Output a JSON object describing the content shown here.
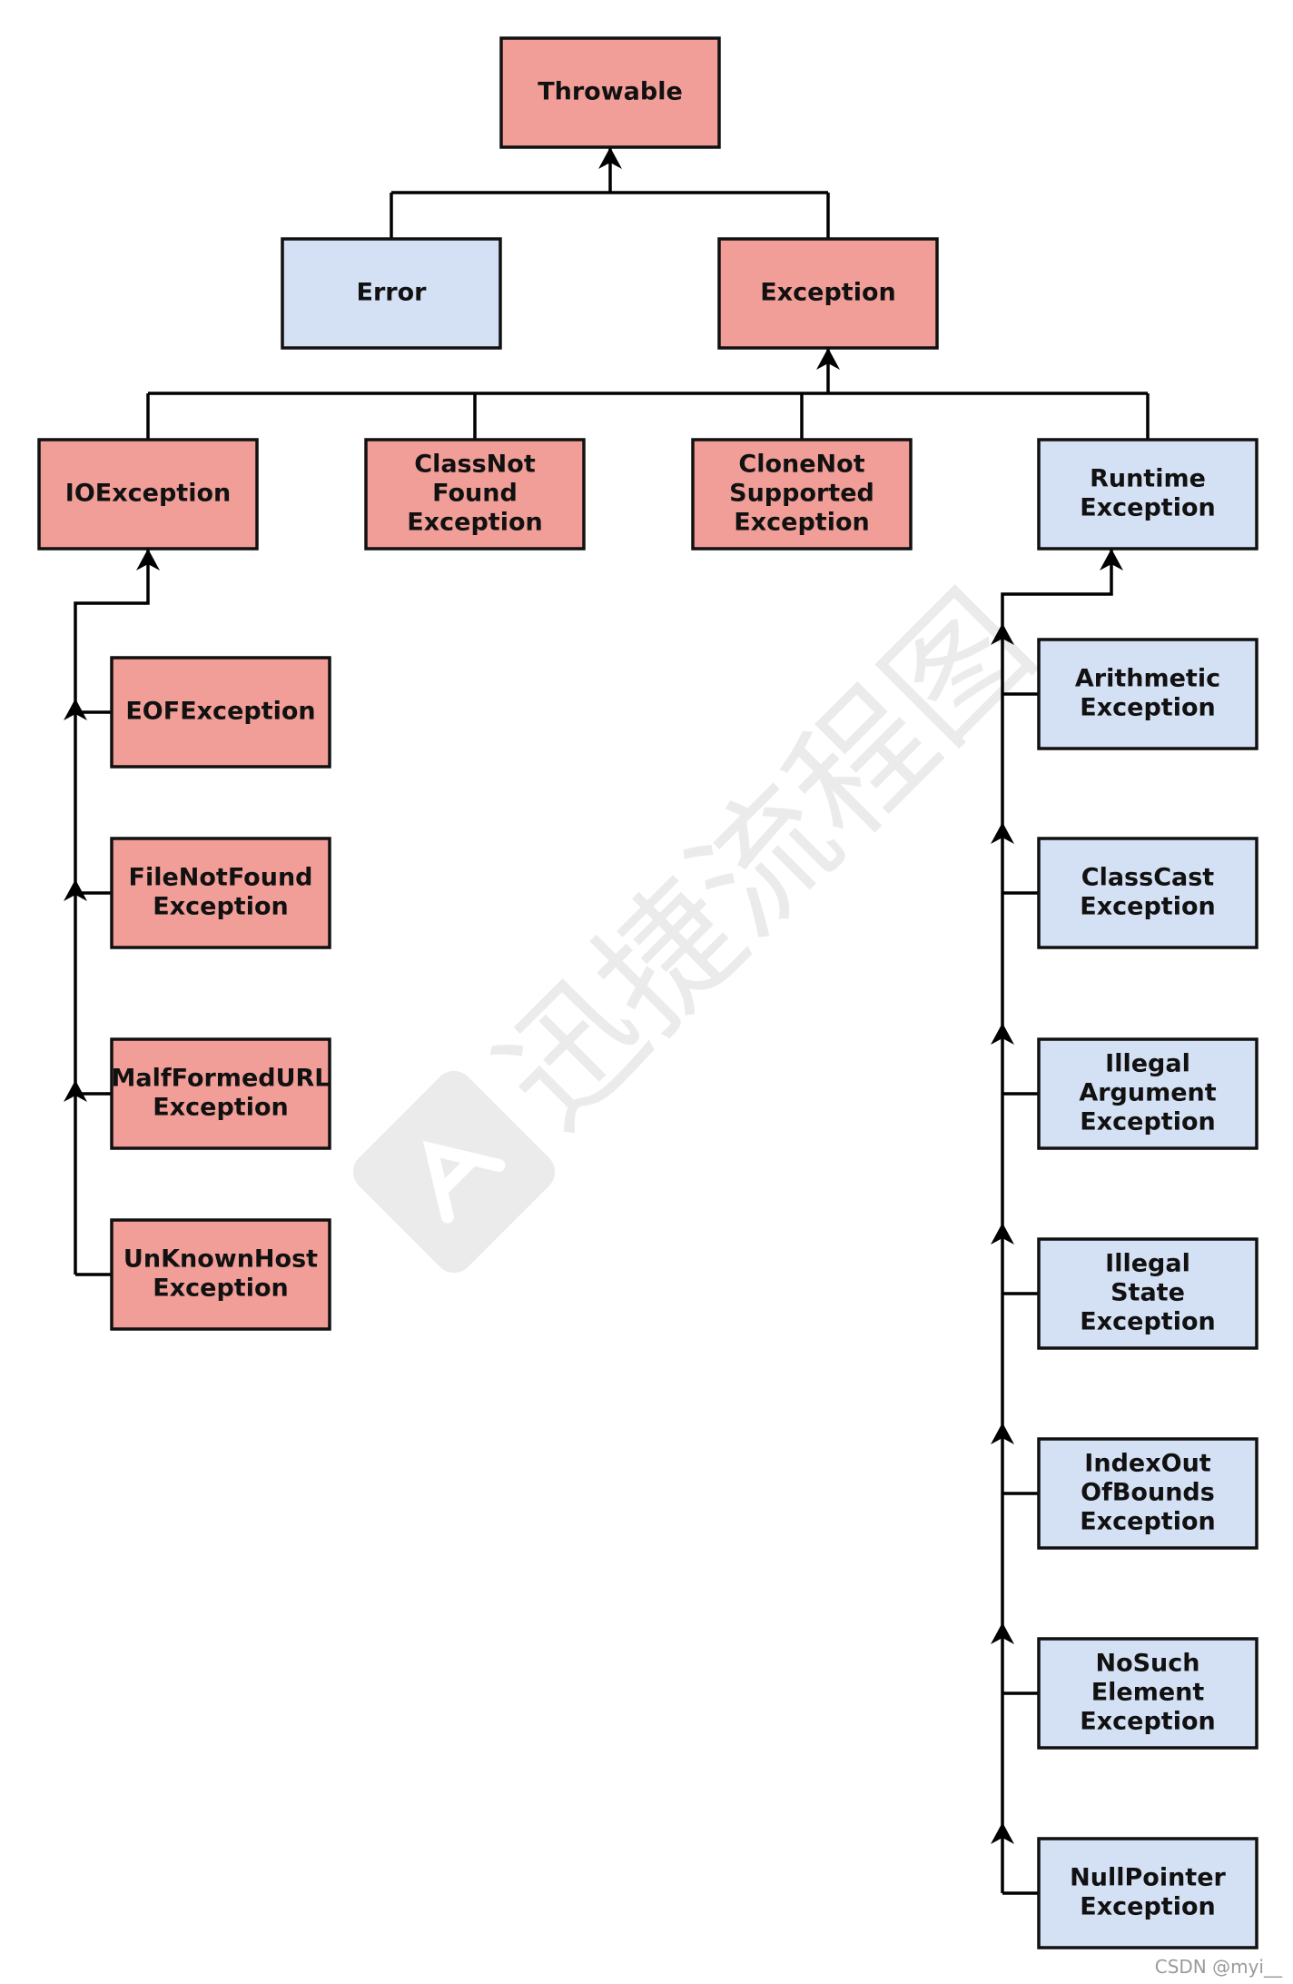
{
  "colors": {
    "checked": "#f29e98",
    "unchecked": "#d4e0f3",
    "border": "#111111",
    "line": "#000000"
  },
  "nodes": [
    {
      "id": "throwable",
      "kind": "checked",
      "lines": [
        "Throwable"
      ]
    },
    {
      "id": "error",
      "kind": "unchecked",
      "lines": [
        "Error"
      ]
    },
    {
      "id": "exception",
      "kind": "checked",
      "lines": [
        "Exception"
      ]
    },
    {
      "id": "ioexception",
      "kind": "checked",
      "lines": [
        "IOException"
      ]
    },
    {
      "id": "classnotfound",
      "kind": "checked",
      "lines": [
        "ClassNot",
        "Found",
        "Exception"
      ]
    },
    {
      "id": "clonenotsupported",
      "kind": "checked",
      "lines": [
        "CloneNot",
        "Supported",
        "Exception"
      ]
    },
    {
      "id": "runtime",
      "kind": "unchecked",
      "lines": [
        "Runtime",
        "Exception"
      ]
    },
    {
      "id": "eof",
      "kind": "checked",
      "lines": [
        "EOFException"
      ]
    },
    {
      "id": "filenotfound",
      "kind": "checked",
      "lines": [
        "FileNotFound",
        "Exception"
      ]
    },
    {
      "id": "malformedurl",
      "kind": "checked",
      "lines": [
        "MalfFormedURL",
        "Exception"
      ]
    },
    {
      "id": "unknownhost",
      "kind": "checked",
      "lines": [
        "UnKnownHost",
        "Exception"
      ]
    },
    {
      "id": "arithmetic",
      "kind": "unchecked",
      "lines": [
        "Arithmetic",
        "Exception"
      ]
    },
    {
      "id": "classcast",
      "kind": "unchecked",
      "lines": [
        "ClassCast",
        "Exception"
      ]
    },
    {
      "id": "illegalargument",
      "kind": "unchecked",
      "lines": [
        "Illegal",
        "Argument",
        "Exception"
      ]
    },
    {
      "id": "illegalstate",
      "kind": "unchecked",
      "lines": [
        "Illegal",
        "State",
        "Exception"
      ]
    },
    {
      "id": "indexoutofbounds",
      "kind": "unchecked",
      "lines": [
        "IndexOut",
        "OfBounds",
        "Exception"
      ]
    },
    {
      "id": "nosuchelement",
      "kind": "unchecked",
      "lines": [
        "NoSuch",
        "Element",
        "Exception"
      ]
    },
    {
      "id": "nullpointer",
      "kind": "unchecked",
      "lines": [
        "NullPointer",
        "Exception"
      ]
    }
  ],
  "edges": [
    {
      "child": "error",
      "parent": "throwable"
    },
    {
      "child": "exception",
      "parent": "throwable"
    },
    {
      "child": "ioexception",
      "parent": "exception"
    },
    {
      "child": "classnotfound",
      "parent": "exception"
    },
    {
      "child": "clonenotsupported",
      "parent": "exception"
    },
    {
      "child": "runtime",
      "parent": "exception"
    },
    {
      "child": "eof",
      "parent": "ioexception"
    },
    {
      "child": "filenotfound",
      "parent": "ioexception"
    },
    {
      "child": "malformedurl",
      "parent": "ioexception"
    },
    {
      "child": "unknownhost",
      "parent": "ioexception"
    },
    {
      "child": "arithmetic",
      "parent": "runtime"
    },
    {
      "child": "classcast",
      "parent": "runtime"
    },
    {
      "child": "illegalargument",
      "parent": "runtime"
    },
    {
      "child": "illegalstate",
      "parent": "runtime"
    },
    {
      "child": "indexoutofbounds",
      "parent": "runtime"
    },
    {
      "child": "nosuchelement",
      "parent": "runtime"
    },
    {
      "child": "nullpointer",
      "parent": "runtime"
    }
  ],
  "watermark": "迅捷流程图",
  "footer": "CSDN @myi__"
}
